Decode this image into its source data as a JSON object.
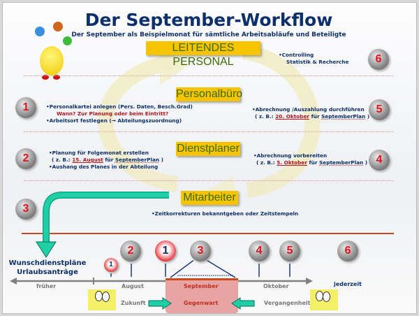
{
  "title": "Der September-Workflow",
  "subtitle": "Der September als Beispielmonat für sämtliche Arbeitsabläufe und Beteiligte",
  "roles": {
    "leitend": "LEITENDES PERSONAL",
    "personal": "Personalbüro",
    "dienst": "Dienstplaner",
    "mitarbeiter": "Mitarbeiter"
  },
  "steps": {
    "s1": "1",
    "s2": "2",
    "s3": "3",
    "s4": "4",
    "s5": "5",
    "s6": "6"
  },
  "leitend": {
    "line1": "•Controlling",
    "line2": "Statistik & Recherche"
  },
  "personal_left": {
    "line1": "•Personalkartei anlegen (Pers. Daten, Besch.Grad)",
    "line2": "Wann? Zur Planung oder beim Eintritt?",
    "line3": "•Arbeitsort festlegen (→ Abteilungszuordnung)"
  },
  "personal_right": {
    "line1": "•Abrechnung /Auszahlung durchführen",
    "pre": "( z. B.: ",
    "date": "20. Oktober",
    "mid": " für ",
    "plan": "SeptemberPlan",
    "post": " )"
  },
  "dienst_left": {
    "line1": "•Planung für Folgemonat erstellen",
    "pre": "( z. B.: ",
    "date": "15. August",
    "mid": " für ",
    "plan": "SeptemberPlan",
    "post": " )",
    "line3": "•Aushang des Planes in der Abteilung"
  },
  "dienst_right": {
    "line1": "•Abrechnung vorbereiten",
    "pre": "( z. B.: ",
    "date": "5. Oktober",
    "mid": " für ",
    "plan": "SeptemberPlan",
    "post": " )"
  },
  "mitarbeiter": {
    "line1": "•Zeitkorrekturen bekanntgeben oder Zeitstempeln"
  },
  "wunsch": {
    "line1": "Wunschdienstpläne",
    "line2": "Urlaubsanträge"
  },
  "timeline": {
    "frueher": "früher",
    "august": "August",
    "september": "September",
    "oktober": "Oktober",
    "jederzeit": "jederzeit",
    "zukunft": "Zukunft",
    "gegenwart": "Gegenwart",
    "vergangenheit": "Vergangenheit"
  }
}
